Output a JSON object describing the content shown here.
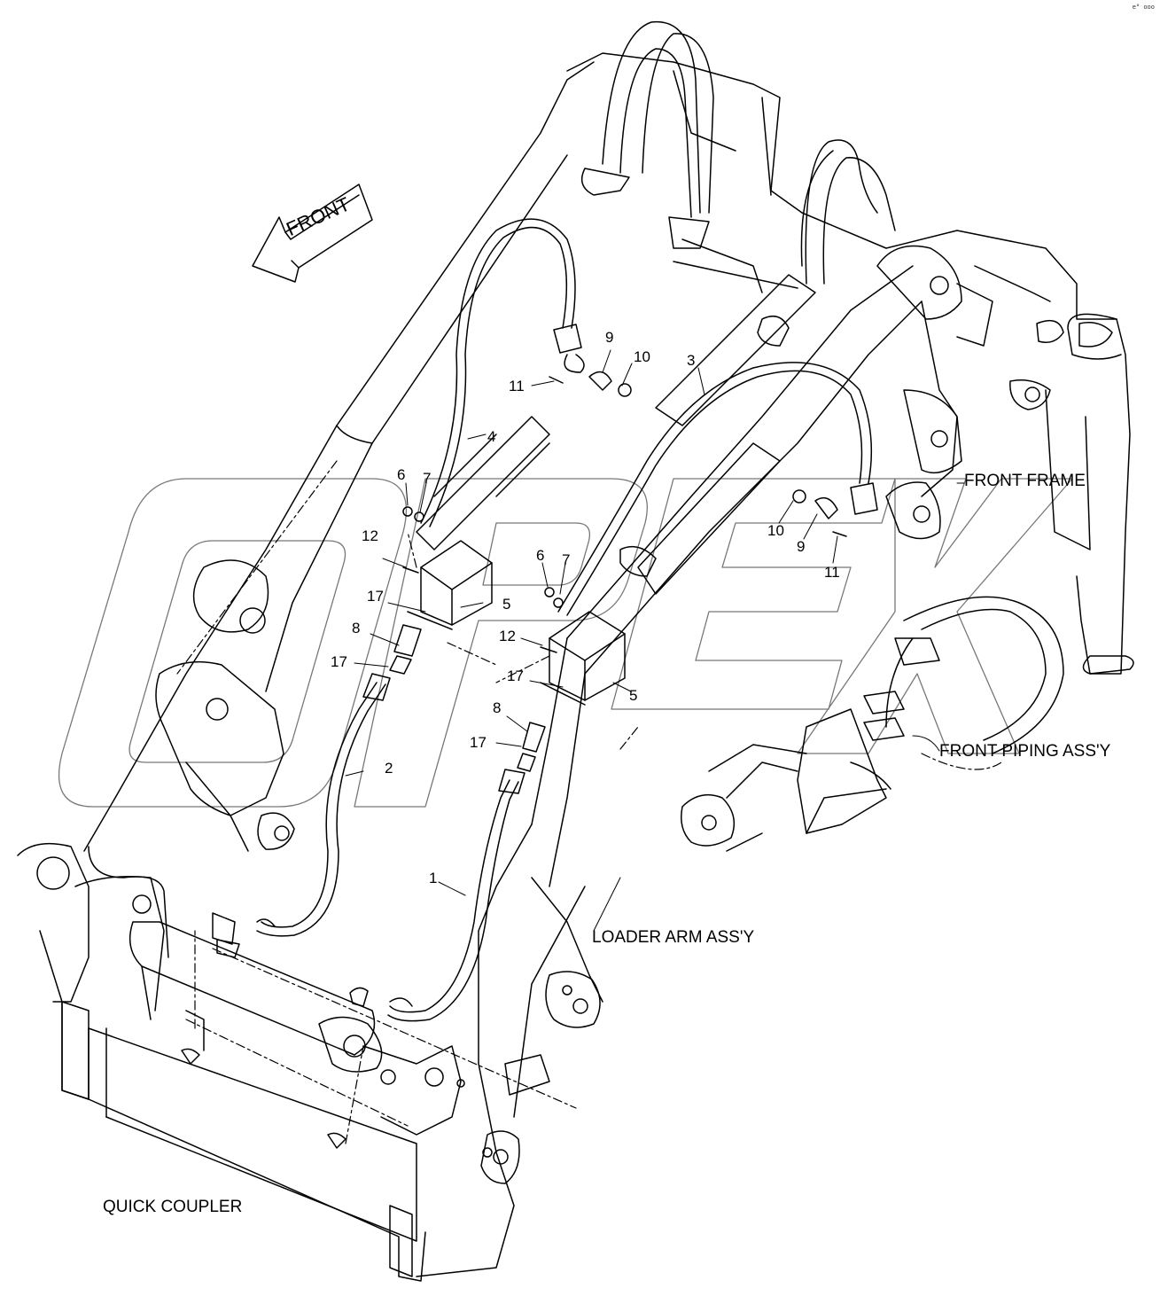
{
  "direction_marker": {
    "label": "FRONT"
  },
  "assembly_labels": {
    "front_frame": "FRONT FRAME",
    "front_piping": "FRONT PIPING ASS'Y",
    "loader_arm": "LOADER ARM ASS'Y",
    "quick_coupler": "QUICK COUPLER"
  },
  "watermark": {
    "text": "OPEX"
  },
  "corner_mark": "e° ooo",
  "part_callouts": [
    {
      "id": "c1",
      "text": "1"
    },
    {
      "id": "c2",
      "text": "2"
    },
    {
      "id": "c3",
      "text": "3"
    },
    {
      "id": "c4",
      "text": "4"
    },
    {
      "id": "c5a",
      "text": "5"
    },
    {
      "id": "c5b",
      "text": "5"
    },
    {
      "id": "c6a",
      "text": "6"
    },
    {
      "id": "c6b",
      "text": "6"
    },
    {
      "id": "c7a",
      "text": "7"
    },
    {
      "id": "c7b",
      "text": "7"
    },
    {
      "id": "c8a",
      "text": "8"
    },
    {
      "id": "c8b",
      "text": "8"
    },
    {
      "id": "c9a",
      "text": "9"
    },
    {
      "id": "c9b",
      "text": "9"
    },
    {
      "id": "c10a",
      "text": "10"
    },
    {
      "id": "c10b",
      "text": "10"
    },
    {
      "id": "c11a",
      "text": "11"
    },
    {
      "id": "c11b",
      "text": "11"
    },
    {
      "id": "c12a",
      "text": "12"
    },
    {
      "id": "c12b",
      "text": "12"
    },
    {
      "id": "c17a",
      "text": "17"
    },
    {
      "id": "c17b",
      "text": "17"
    },
    {
      "id": "c17c",
      "text": "17"
    },
    {
      "id": "c17d",
      "text": "17"
    }
  ]
}
